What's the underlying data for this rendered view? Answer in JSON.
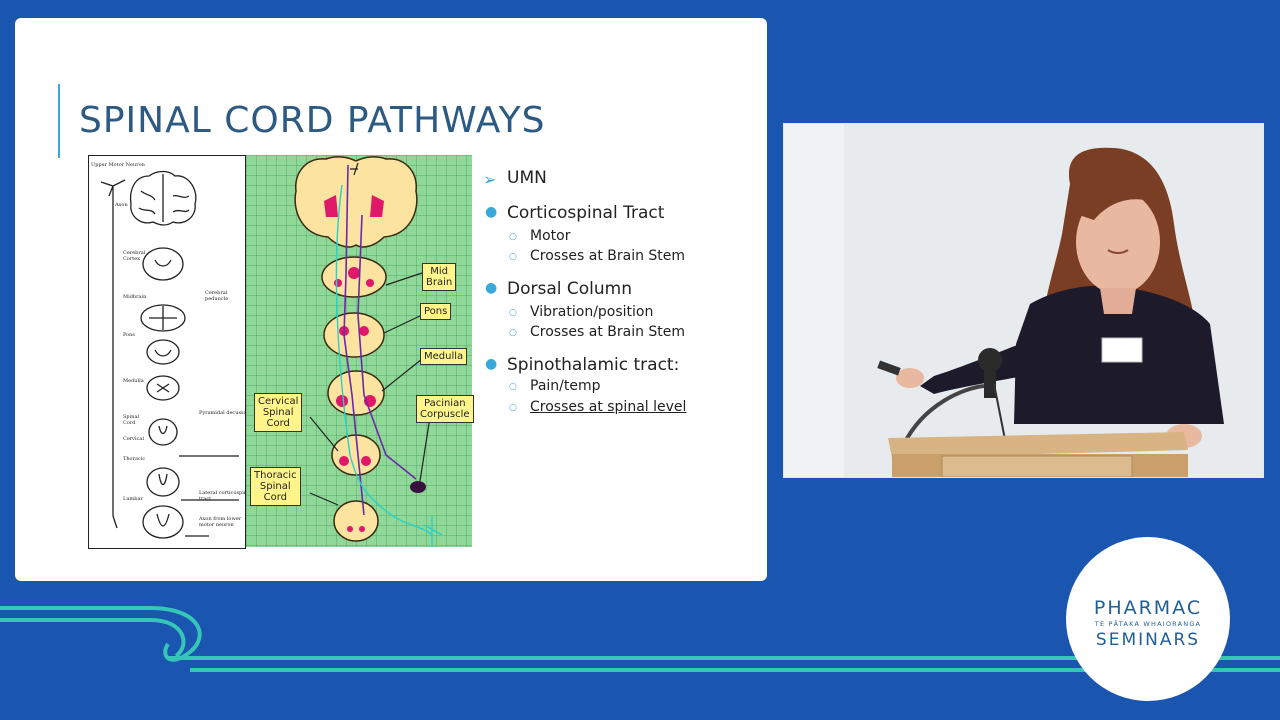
{
  "slide": {
    "title": "SPINAL CORD PATHWAYS",
    "figure_labels": {
      "mid_brain": "Mid\nBrain",
      "pons": "Pons",
      "medulla": "Medulla",
      "cervical": "Cervical\nSpinal\nCord",
      "thoracic": "Thoracic\nSpinal\nCord",
      "pacinian": "Pacinian\nCorpuscle"
    },
    "bullets": [
      {
        "text": "UMN",
        "marker": "arrow",
        "subs": []
      },
      {
        "text": "Corticospinal Tract",
        "marker": "dot",
        "subs": [
          {
            "text": "Motor"
          },
          {
            "text": "Crosses at Brain Stem"
          }
        ]
      },
      {
        "text": "Dorsal Column",
        "marker": "dot",
        "subs": [
          {
            "text": "Vibration/position"
          },
          {
            "text": "Crosses at Brain Stem"
          }
        ]
      },
      {
        "text": "Spinothalamic tract:",
        "marker": "dot",
        "subs": [
          {
            "text": "Pain/temp"
          },
          {
            "text": "Crosses at spinal level",
            "underline": true
          }
        ]
      }
    ]
  },
  "video": {
    "subject": "speaker at podium with microphone"
  },
  "logo": {
    "line1": "PHARMAC",
    "line2": "TE PĀTAKA WHAIORANGA",
    "line3": "SEMINARS"
  },
  "colors": {
    "background": "#1a55b0",
    "accent": "#3aa8d8",
    "title": "#2c5a82",
    "wave": "#36c6b8"
  }
}
